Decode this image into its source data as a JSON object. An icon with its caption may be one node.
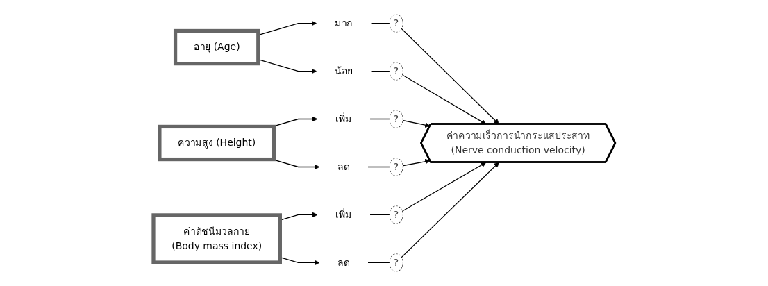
{
  "diagram": {
    "nodes": [
      {
        "text": [
          "อายุ (Age)"
        ]
      },
      {
        "text": [
          "มาก"
        ]
      },
      {
        "text": [
          "น้อย"
        ]
      },
      {
        "text": [
          "ความสูง (Height)"
        ]
      },
      {
        "text": [
          "เพิ่ม"
        ]
      },
      {
        "text": [
          "ลด"
        ]
      },
      {
        "text": [
          "ค่าความเร็วการนำกระแสประสาท",
          "(Nerve conduction velocity)"
        ]
      },
      {
        "text": [
          "เพิ่ม"
        ]
      },
      {
        "text": [
          "ลด"
        ]
      },
      {
        "text": [
          "ค่าดัชนีมวลกาย",
          "(Body mass index)"
        ]
      }
    ],
    "edges": [
      {
        "from": 0,
        "to": 1,
        "arrow": "to"
      },
      {
        "from": 0,
        "to": 2,
        "arrow": "to"
      },
      {
        "from": 1,
        "to": 6,
        "arrow": "to",
        "label": "?"
      },
      {
        "from": 2,
        "to": 6,
        "arrow": "to",
        "label": "?"
      },
      {
        "from": 3,
        "to": 4,
        "arrow": "to"
      },
      {
        "from": 3,
        "to": 5,
        "arrow": "to"
      },
      {
        "from": 4,
        "to": 6,
        "arrow": "to",
        "label": "?"
      },
      {
        "from": 5,
        "to": 6,
        "arrow": "to",
        "label": "?"
      },
      {
        "from": 9,
        "to": 7,
        "arrow": "to"
      },
      {
        "from": 9,
        "to": 8,
        "arrow": "to"
      },
      {
        "from": 7,
        "to": 6,
        "arrow": "to",
        "label": "?"
      },
      {
        "from": 8,
        "to": 6,
        "arrow": "to",
        "label": "?"
      }
    ]
  }
}
